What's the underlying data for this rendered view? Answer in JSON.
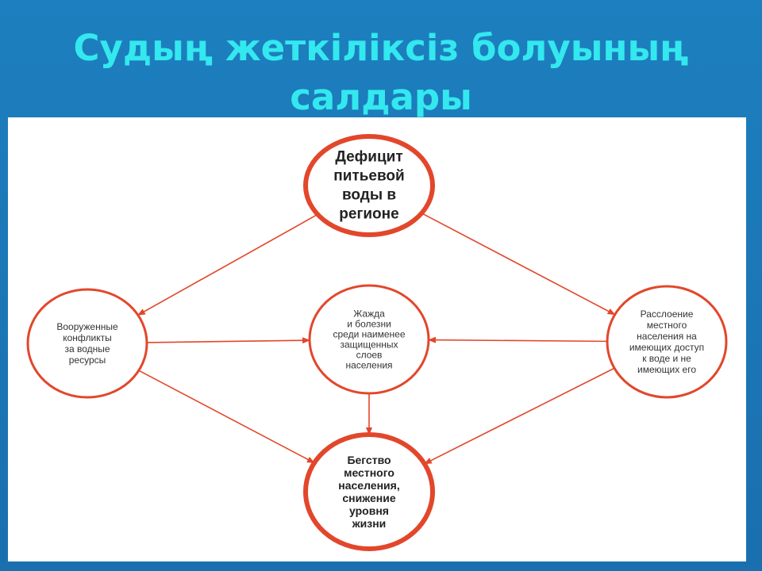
{
  "title": {
    "line1": "Судың жеткіліксіз болуының",
    "line2": "салдары"
  },
  "diagram": {
    "colors": {
      "stroke": "#e2472b",
      "text": "#333333",
      "background": "#ffffff"
    },
    "nodes": [
      {
        "id": "deficit",
        "emphasis": true,
        "lines": [
          "Дефицит",
          "питьевой",
          "воды в",
          "регионе"
        ]
      },
      {
        "id": "conflicts",
        "emphasis": false,
        "lines": [
          "Вооруженные",
          "конфликты",
          "за водные",
          "ресурсы"
        ]
      },
      {
        "id": "thirst",
        "emphasis": false,
        "lines": [
          "Жажда",
          "и болезни",
          "среди наименее",
          "защищенных",
          "слоев",
          "населения"
        ]
      },
      {
        "id": "stratification",
        "emphasis": false,
        "lines": [
          "Расслоение",
          "местного",
          "населения на",
          "имеющих доступ",
          "к воде и не",
          "имеющих его"
        ]
      },
      {
        "id": "flight",
        "emphasis": true,
        "lines": [
          "Бегство",
          "местного",
          "населения,",
          "снижение",
          "уровня",
          "жизни"
        ]
      }
    ],
    "edges": [
      {
        "from": "deficit",
        "to": "conflicts"
      },
      {
        "from": "deficit",
        "to": "stratification"
      },
      {
        "from": "conflicts",
        "to": "thirst"
      },
      {
        "from": "stratification",
        "to": "thirst"
      },
      {
        "from": "thirst",
        "to": "flight"
      },
      {
        "from": "conflicts",
        "to": "flight"
      },
      {
        "from": "stratification",
        "to": "flight"
      }
    ]
  }
}
